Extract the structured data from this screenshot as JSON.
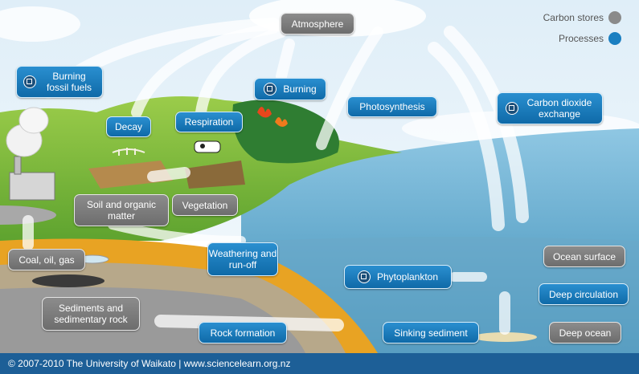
{
  "legend": {
    "carbon_stores": "Carbon stores",
    "processes": "Processes",
    "store_color": "#7a7a7a",
    "process_color": "#1a7fc1"
  },
  "stores": {
    "atmosphere": "Atmosphere",
    "soil": "Soil and organic matter",
    "vegetation": "Vegetation",
    "coal": "Coal, oil, gas",
    "sediments": "Sediments and sedimentary rock",
    "ocean_surface": "Ocean surface",
    "deep_circulation": "Deep circulation",
    "deep_ocean": "Deep ocean"
  },
  "processes": {
    "burning_fossil": "Burning fossil fuels",
    "decay": "Decay",
    "respiration": "Respiration",
    "burning": "Burning",
    "photosynthesis": "Photosynthesis",
    "co2_exchange": "Carbon dioxide exchange",
    "weathering": "Weathering and run-off",
    "phytoplankton": "Phytoplankton",
    "rock_formation": "Rock formation",
    "sinking_sediment": "Sinking sediment"
  },
  "footer": {
    "credit": "© 2007-2010 The University of Waikato | www.sciencelearn.org.nz"
  }
}
